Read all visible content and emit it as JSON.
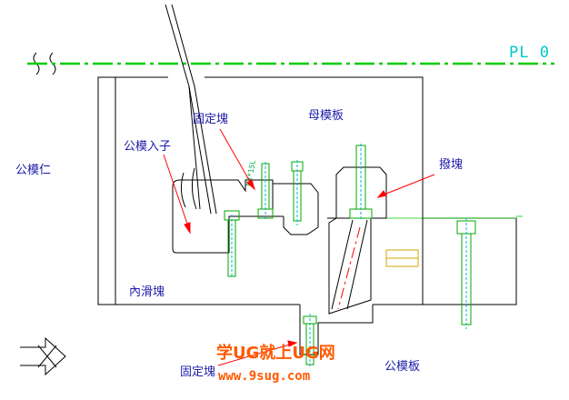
{
  "parting_line_label": "PL  0",
  "labels": {
    "core_insert": "公模仁",
    "fixed_block_top": "固定塊",
    "cavity_plate": "母模板",
    "core_sub_insert": "公模入子",
    "wedge_block": "撥塊",
    "inner_slide": "內滑塊",
    "fixed_block_bottom": "固定塊",
    "core_plate": "公模板"
  },
  "screw_note": "M8*15L",
  "watermark": {
    "line1": "学UG就上UG网",
    "line2": "www.9sug.com"
  },
  "colors": {
    "outline": "#000000",
    "parting_line": "#00cc00",
    "pl_text": "#00c8c8",
    "label": "#1a1aa8",
    "leader": "#ff0000",
    "screw": "#00aa00",
    "screw_alt": "#00b4d8",
    "watermark": "#ff5a00"
  }
}
